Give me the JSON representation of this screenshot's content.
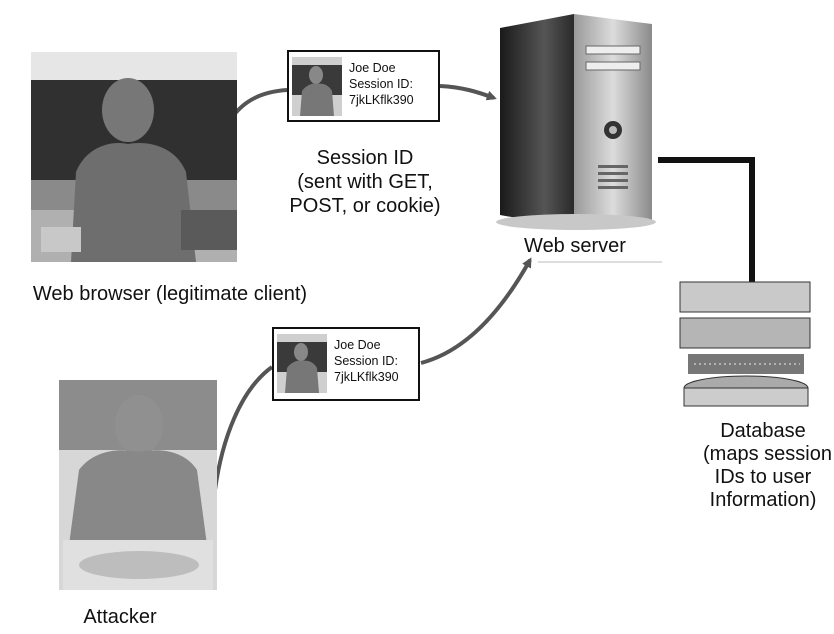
{
  "browser": {
    "label": "Web browser (legitimate client)"
  },
  "attacker": {
    "label": "Attacker"
  },
  "session": {
    "caption_lines": [
      "Session ID",
      "(sent with GET,",
      "POST, or cookie)"
    ]
  },
  "card_top": {
    "lines": [
      "Joe Doe",
      "Session ID:",
      "7jkLKflk390"
    ]
  },
  "card_bottom": {
    "lines": [
      "Joe Doe",
      "Session ID:",
      "7jkLKflk390"
    ]
  },
  "server": {
    "label": "Web server"
  },
  "database": {
    "caption_lines": [
      "Database",
      "(maps session",
      "IDs to user",
      "Information)"
    ]
  }
}
